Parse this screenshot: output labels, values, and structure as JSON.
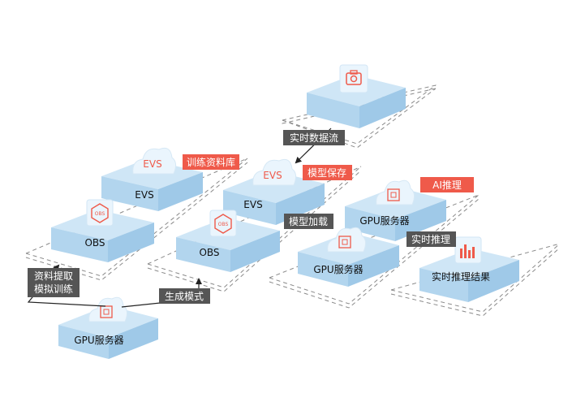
{
  "colors": {
    "block_top": "#cfe6f6",
    "block_left": "#b2d5ee",
    "block_right": "#9fc9e8",
    "icon_bg": "#eaf5fd",
    "accent": "#ef5a4a",
    "dark_tag": "#555555",
    "dash": "#8a8a8a"
  },
  "icons": {
    "camera": "camera-icon",
    "evs": "evs-cloud-icon",
    "obs": "obs-hexagon-icon",
    "gpu": "gpu-chip-cloud-icon",
    "chart": "bar-chart-icon"
  },
  "blocks": {
    "camera": "",
    "evs_left": "EVS",
    "obs_left": "OBS",
    "gpu_bottom": "GPU服务器",
    "evs_mid": "EVS",
    "obs_mid": "OBS",
    "gpu_mid": "GPU服务器",
    "gpu_right": "GPU服务器",
    "result": "实时推理结果"
  },
  "icon_texts": {
    "evs": "EVS",
    "obs": "OBS"
  },
  "tags": {
    "training_library": "训练资料库",
    "model_save": "模型保存",
    "ai_inference": "AI推理",
    "realtime_stream": "实时数据流",
    "model_load": "模型加载",
    "realtime_inference": "实时推理",
    "extract_line1": "资料提取",
    "extract_line2": "模拟训练",
    "generate_mode": "生成模式"
  }
}
